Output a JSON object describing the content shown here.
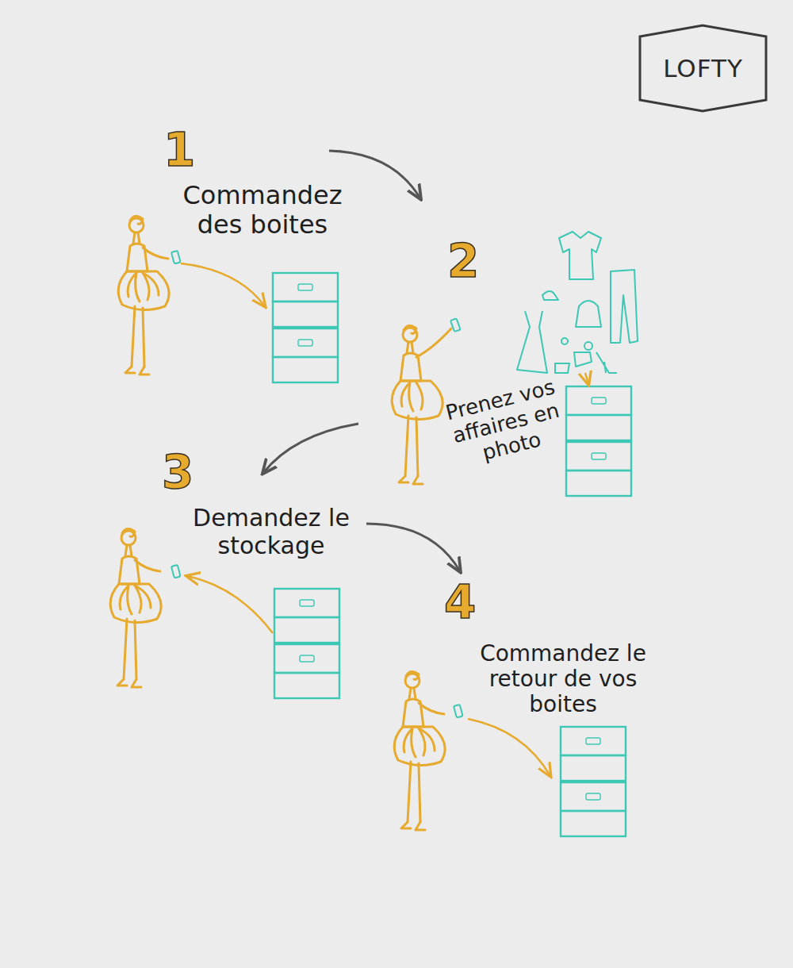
{
  "diagram": {
    "nodes": [
      {
        "text": [
          "LOFTY"
        ]
      }
    ],
    "labels": [
      "1",
      "Commandez des boites",
      "2",
      "Prenez vos affaires en photo",
      "3",
      "Demandez le stockage",
      "4",
      "Commandez le retour de vos boites"
    ]
  }
}
